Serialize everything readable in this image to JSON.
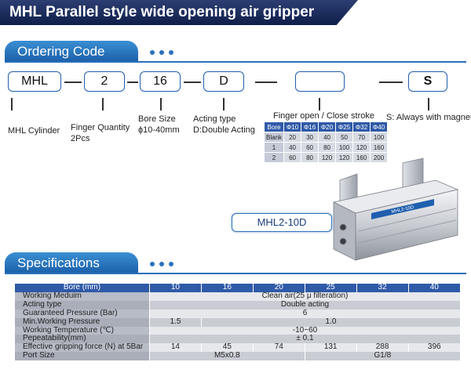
{
  "title": "MHL Parallel style wide opening air gripper",
  "ordering": {
    "heading": "Ordering Code",
    "codes": [
      "MHL",
      "2",
      "16",
      "D",
      "",
      "S"
    ],
    "labels": {
      "cylinder": "MHL Cylinder",
      "finger_qty": "Finger Quantity",
      "finger_qty_value": "2Pcs",
      "bore": "Bore Size",
      "bore_value": "ϕ10-40mm",
      "acting": "Acting type",
      "acting_value": "D:Double Acting",
      "stroke": "Finger open / Close stroke",
      "magnet": "S: Always with magnet"
    },
    "stroke_table": {
      "header": [
        "Bore",
        "Φ10",
        "Φ16",
        "Φ20",
        "Φ25",
        "Φ32",
        "Φ40"
      ],
      "rows": [
        [
          "Blank",
          "20",
          "30",
          "40",
          "50",
          "70",
          "100"
        ],
        [
          "1",
          "40",
          "60",
          "80",
          "100",
          "120",
          "160"
        ],
        [
          "2",
          "60",
          "80",
          "120",
          "120",
          "160",
          "200"
        ]
      ]
    },
    "model_label": "MHL2-10D",
    "product_label": "MHL2-10D"
  },
  "specifications": {
    "heading": "Specifications",
    "header": {
      "name": "Bore (mm)",
      "values": [
        "10",
        "16",
        "20",
        "25",
        "32",
        "40"
      ]
    },
    "rows": [
      {
        "name": "Working Meduim",
        "cells": [
          {
            "text": "Clean air(25 μ filteration)",
            "span": 6
          }
        ]
      },
      {
        "name": "Acting type",
        "cells": [
          {
            "text": "Double acting",
            "span": 6
          }
        ]
      },
      {
        "name": "Guaranteed Pressure (Bar)",
        "cells": [
          {
            "text": "6",
            "span": 6
          }
        ]
      },
      {
        "name": "Min.Working Pressure",
        "cells": [
          {
            "text": "1.5",
            "span": 1
          },
          {
            "text": "1.0",
            "span": 5
          }
        ]
      },
      {
        "name": "Working Temperature (℃)",
        "cells": [
          {
            "text": "-10~60",
            "span": 6
          }
        ]
      },
      {
        "name": "Pepeatability(mm)",
        "cells": [
          {
            "text": "± 0.1",
            "span": 6
          }
        ]
      },
      {
        "name": "Effective gripping force (N) at 5Bar",
        "cells": [
          {
            "text": "14",
            "span": 1
          },
          {
            "text": "45",
            "span": 1
          },
          {
            "text": "74",
            "span": 1
          },
          {
            "text": "131",
            "span": 1
          },
          {
            "text": "288",
            "span": 1
          },
          {
            "text": "396",
            "span": 1
          }
        ]
      },
      {
        "name": "Port Size",
        "cells": [
          {
            "text": "M5x0.8",
            "span": 3
          },
          {
            "text": "G1/8",
            "span": 3
          }
        ]
      }
    ]
  },
  "colors": {
    "navy": "#0f1f4a",
    "blue": "#2a71bd",
    "table_header": "#2f5aa8"
  }
}
